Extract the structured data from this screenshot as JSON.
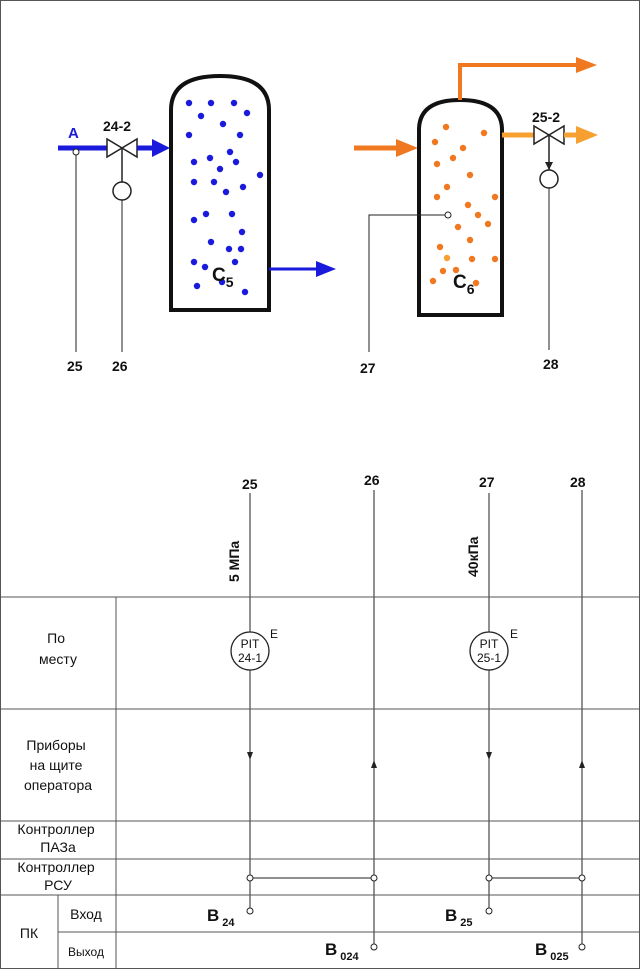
{
  "top": {
    "stream_a": "A",
    "valve_1": "24-2",
    "valve_2": "25-2",
    "vessel_1": {
      "main": "C",
      "sub": "5"
    },
    "vessel_2": {
      "main": "C",
      "sub": "6"
    },
    "lines": [
      "25",
      "26",
      "27",
      "28"
    ]
  },
  "bottom": {
    "lines": [
      "25",
      "26",
      "27",
      "28"
    ],
    "setpoint_1": "5 МПа",
    "setpoint_2": "40кПа",
    "instrument_1": {
      "tag": "PIT",
      "num": "24-1",
      "sup": "E"
    },
    "instrument_2": {
      "tag": "PIT",
      "num": "25-1",
      "sup": "E"
    },
    "rows": {
      "local": [
        "По",
        "месту"
      ],
      "panel": [
        "Приборы",
        "на щите",
        "оператора"
      ],
      "paz": [
        "Контроллер",
        "ПАЗа"
      ],
      "rsu": [
        "Контроллер",
        "РСУ"
      ],
      "pk": "ПК",
      "input": "Вход",
      "output": "Выход"
    },
    "signals": {
      "b24": {
        "main": "B",
        "sub": "24"
      },
      "b25": {
        "main": "B",
        "sub": "25"
      },
      "b024": {
        "main": "B",
        "sub": "024"
      },
      "b025": {
        "main": "B",
        "sub": "025"
      }
    }
  },
  "colors": {
    "blue": "#1a1adc",
    "orange": "#f07820",
    "light_orange": "#f5a030",
    "line": "#222222"
  }
}
